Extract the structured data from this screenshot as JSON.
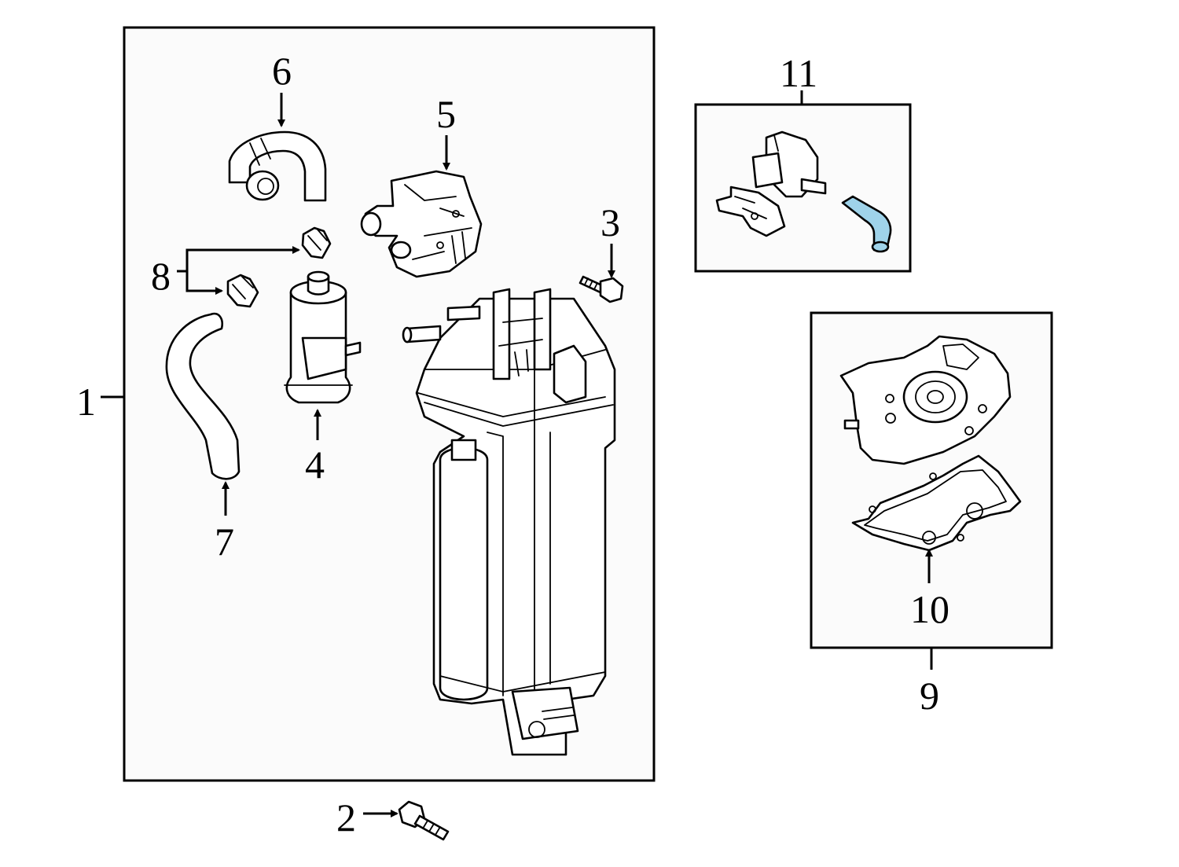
{
  "callouts": {
    "c1": "1",
    "c2": "2",
    "c3": "3",
    "c4": "4",
    "c5": "5",
    "c6": "6",
    "c7": "7",
    "c8": "8",
    "c9": "9",
    "c10": "10",
    "c11": "11"
  },
  "colors": {
    "highlight": "#9fd3ea",
    "line": "#000000",
    "box_fill": "#fbfbfb"
  },
  "highlighted_part": "11"
}
